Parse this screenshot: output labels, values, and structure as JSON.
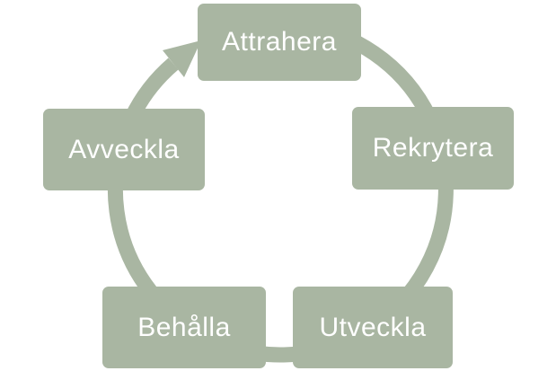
{
  "diagram": {
    "type": "cycle",
    "direction": "clockwise",
    "nodes": [
      {
        "label": "Attrahera",
        "position": "top"
      },
      {
        "label": "Rekrytera",
        "position": "right"
      },
      {
        "label": "Utveckla",
        "position": "bottom-right"
      },
      {
        "label": "Behålla",
        "position": "bottom-left"
      },
      {
        "label": "Avveckla",
        "position": "left"
      }
    ],
    "colors": {
      "node_fill": "#a9b6a2",
      "ring": "#a9b6a2",
      "text": "#ffffff",
      "background": "#ffffff"
    }
  }
}
